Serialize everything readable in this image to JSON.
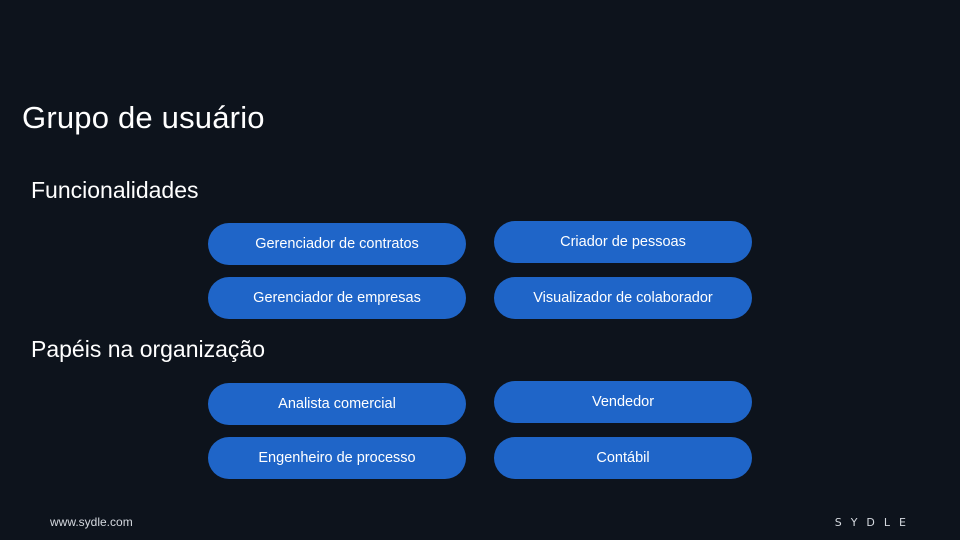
{
  "slide": {
    "title": "Grupo de usuário",
    "features_heading": "Funcionalidades",
    "features": [
      "Gerenciador de contratos",
      "Criador de pessoas",
      "Gerenciador de empresas",
      "Visualizador de colaborador"
    ],
    "roles_heading": "Papéis na organização",
    "roles": [
      "Analista comercial",
      "Vendedor",
      "Engenheiro de processo",
      "Contábil"
    ]
  },
  "footer": {
    "url": "www.sydle.com",
    "logo": "SYDLE"
  },
  "colors": {
    "background": "#0d131c",
    "pill": "#1f65c8",
    "text": "#ffffff"
  }
}
